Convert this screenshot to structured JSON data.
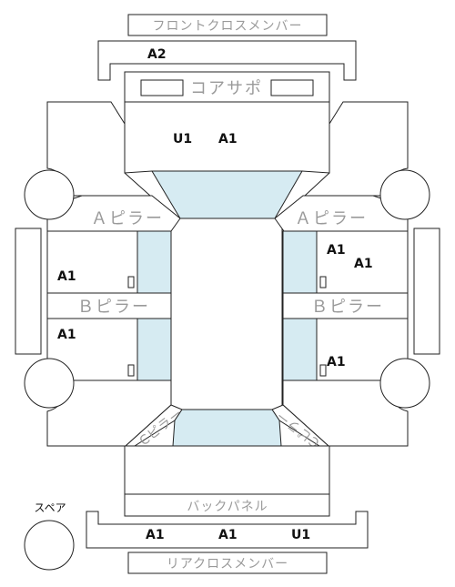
{
  "labels": {
    "front_cross_member": "フロントクロスメンバー",
    "core_support": "コアサポ",
    "a_pillar": "Ａピラー",
    "b_pillar": "Ｂピラー",
    "c_pillar": "Cピラー",
    "back_panel": "バックパネル",
    "rear_cross_member": "リアクロスメンバー",
    "spare": "スペア"
  },
  "grades": {
    "front_cross_member": "A2",
    "hood_u1": "U1",
    "hood_a1": "A1",
    "left_front_door": "A1",
    "left_rear_door": "A1",
    "right_front_door_1": "A1",
    "right_front_door_2": "A1",
    "right_rear_door": "A1",
    "rear_1": "A1",
    "rear_2": "A1",
    "rear_3": "U1"
  }
}
